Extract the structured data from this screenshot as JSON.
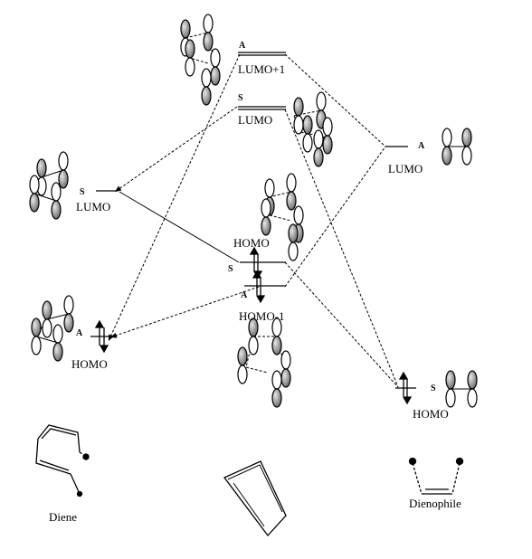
{
  "levels": {
    "diene_lumo": {
      "label": "LUMO",
      "symmetry": "S"
    },
    "diene_homo": {
      "label": "HOMO",
      "symmetry": "A"
    },
    "ts_lumo1": {
      "label": "LUMO+1",
      "symmetry": "A"
    },
    "ts_lumo": {
      "label": "LUMO",
      "symmetry": "S"
    },
    "ts_homo": {
      "label": "HOMO",
      "symmetry": "S"
    },
    "ts_homo1": {
      "label": "HOMO-1",
      "symmetry": "A"
    },
    "dien_lumo": {
      "label": "LUMO",
      "symmetry": "A"
    },
    "dien_homo": {
      "label": "HOMO",
      "symmetry": "S"
    }
  },
  "fragments": {
    "diene": "Diene",
    "dienophile": "Dienophile"
  }
}
